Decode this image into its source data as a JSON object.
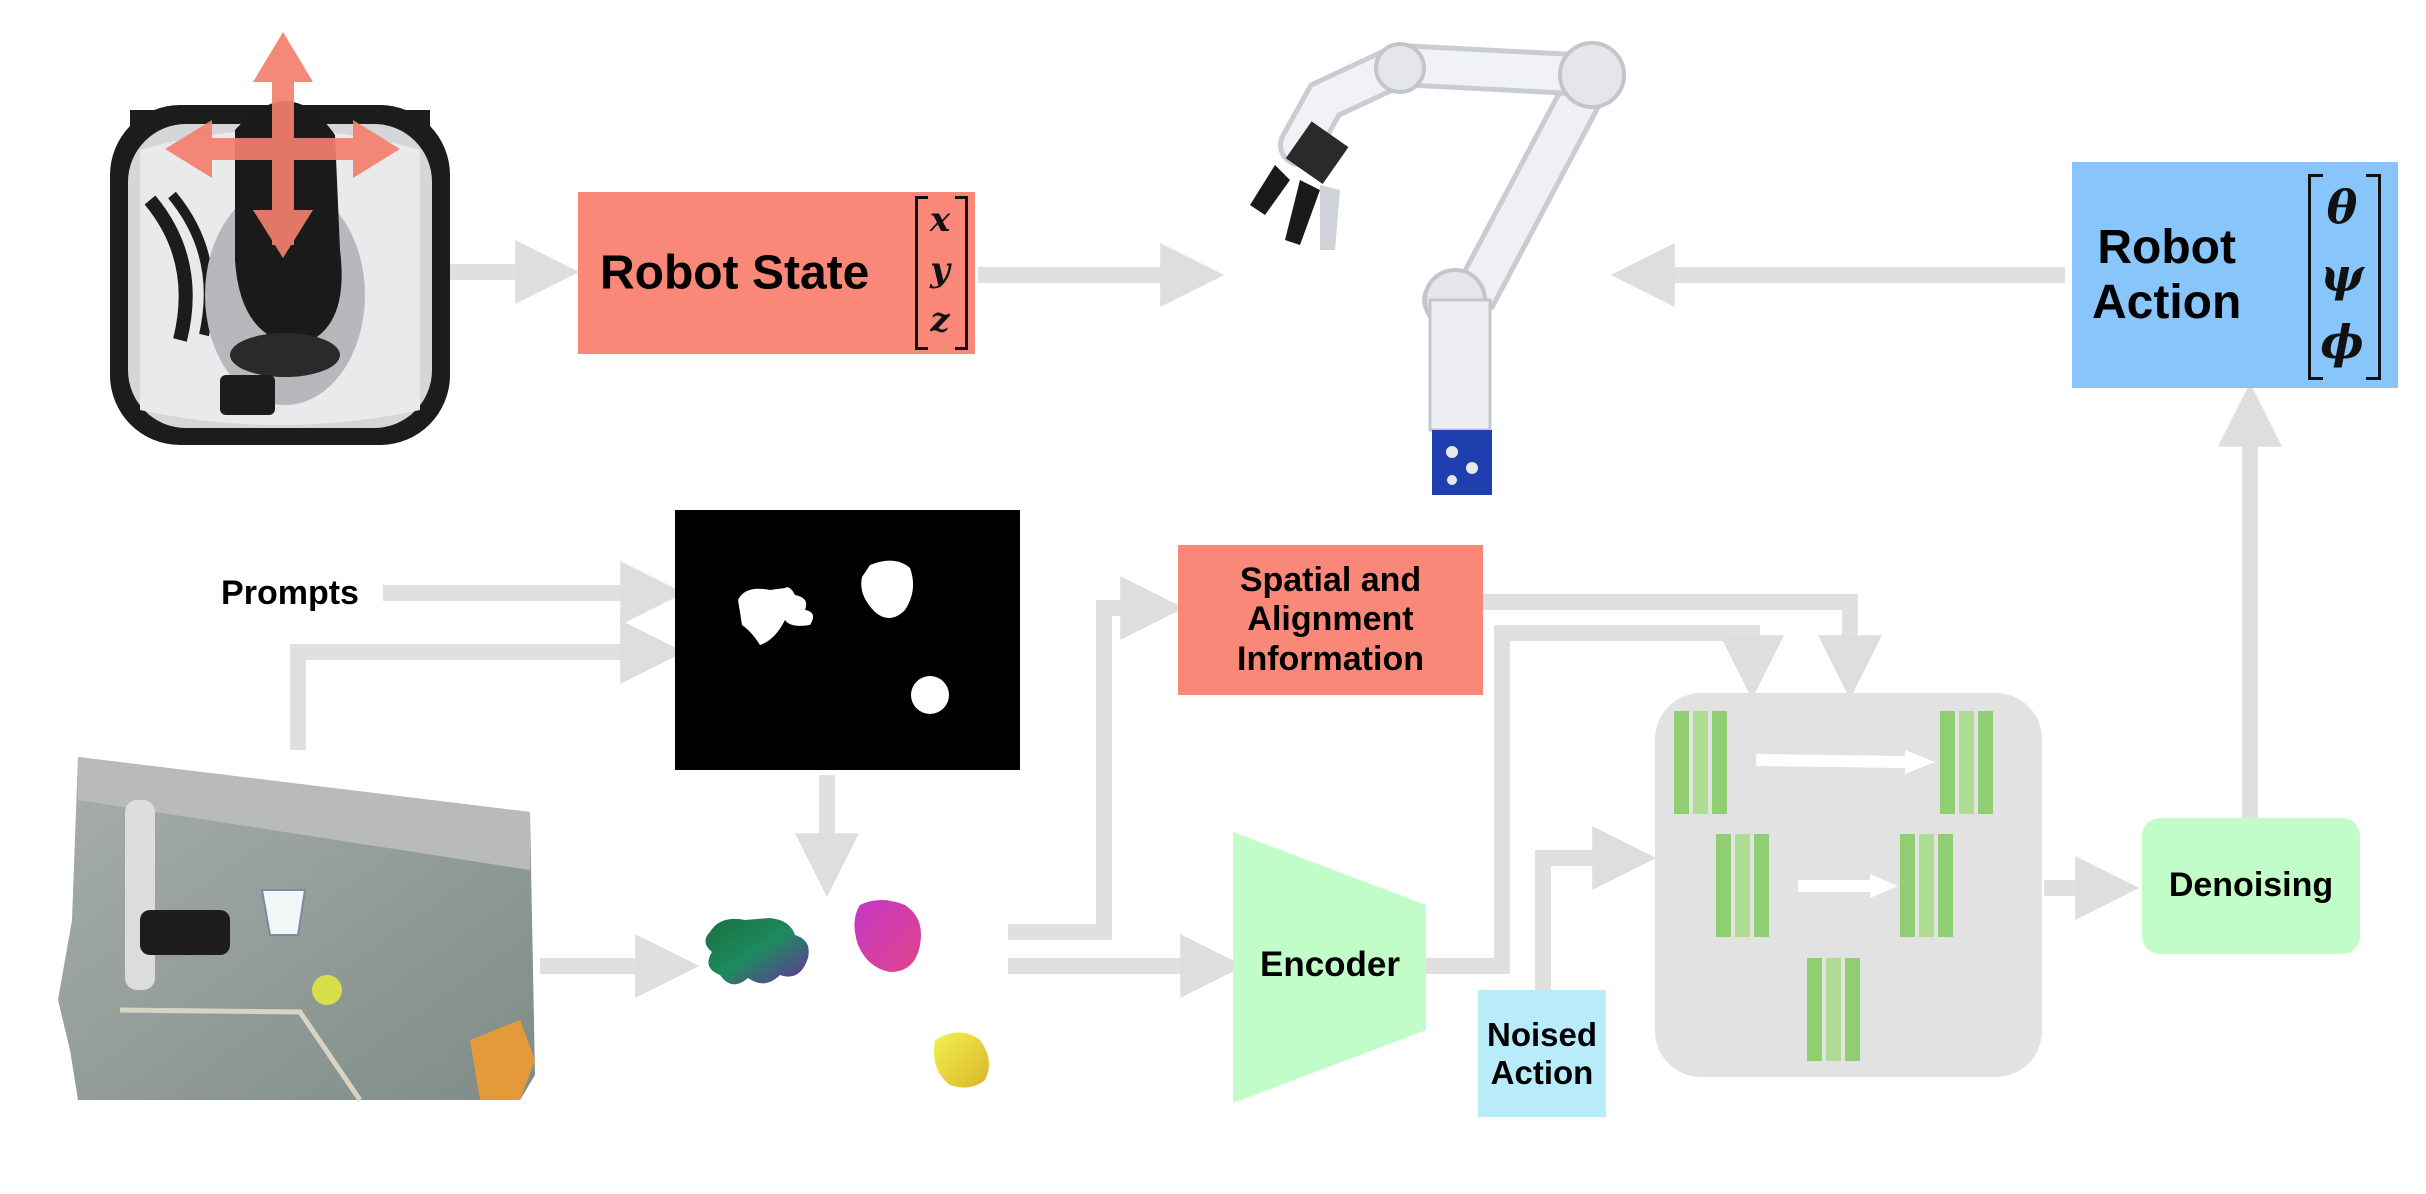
{
  "robot_state": {
    "label": "Robot State",
    "vector": [
      "x",
      "y",
      "z"
    ]
  },
  "robot_action": {
    "label_line1": "Robot",
    "label_line2": "Action",
    "vector": [
      "θ",
      "ψ",
      "ϕ"
    ]
  },
  "prompts_label": "Prompts",
  "spatial_info": {
    "line1": "Spatial and",
    "line2": "Alignment",
    "line3": "Information"
  },
  "encoder_label": "Encoder",
  "noised_action": {
    "line1": "Noised",
    "line2": "Action"
  },
  "denoising_label": "Denoising",
  "colors": {
    "salmon": "#fa8878",
    "blue": "#87c5fa",
    "green_block": "#c2fcc8",
    "cyan_block": "#b9ecfb",
    "arrow_gray": "#e0e0e0",
    "unet_bg": "#e2e2e2",
    "unet_bar": "#8fce72",
    "unet_bar_light": "#aedc93",
    "control_arrow": "#f47f6e"
  },
  "icons": {
    "joystick": "joystick-controller-icon",
    "robot_arm": "robot-arm-icon",
    "segmentation_mask": "mask-icon",
    "scene_image": "robot-scene-image",
    "object_points": "object-pointcloud-icon"
  }
}
